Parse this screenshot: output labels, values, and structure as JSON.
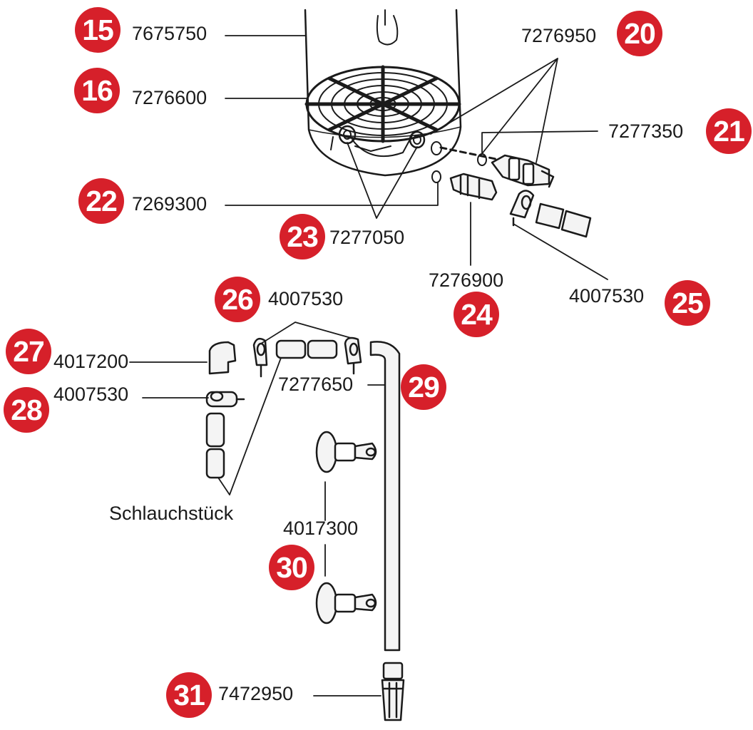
{
  "colors": {
    "badge": "#d6202a",
    "line": "#1a1a1a",
    "part_fill": "#f4f4f4"
  },
  "callouts": [
    {
      "number": "15",
      "part": "7675750"
    },
    {
      "number": "16",
      "part": "7276600"
    },
    {
      "number": "20",
      "part": "7276950"
    },
    {
      "number": "21",
      "part": "7277350"
    },
    {
      "number": "22",
      "part": "7269300"
    },
    {
      "number": "23",
      "part": "7277050"
    },
    {
      "number": "24",
      "part": "7276900"
    },
    {
      "number": "25",
      "part": "4007530"
    },
    {
      "number": "26",
      "part": "4007530"
    },
    {
      "number": "27",
      "part": "4017200"
    },
    {
      "number": "28",
      "part": "4007530"
    },
    {
      "number": "29",
      "part": "7277650"
    },
    {
      "number": "30",
      "part": "4017300"
    },
    {
      "number": "31",
      "part": "7472950"
    }
  ],
  "hose_label": "Schlauchstück"
}
